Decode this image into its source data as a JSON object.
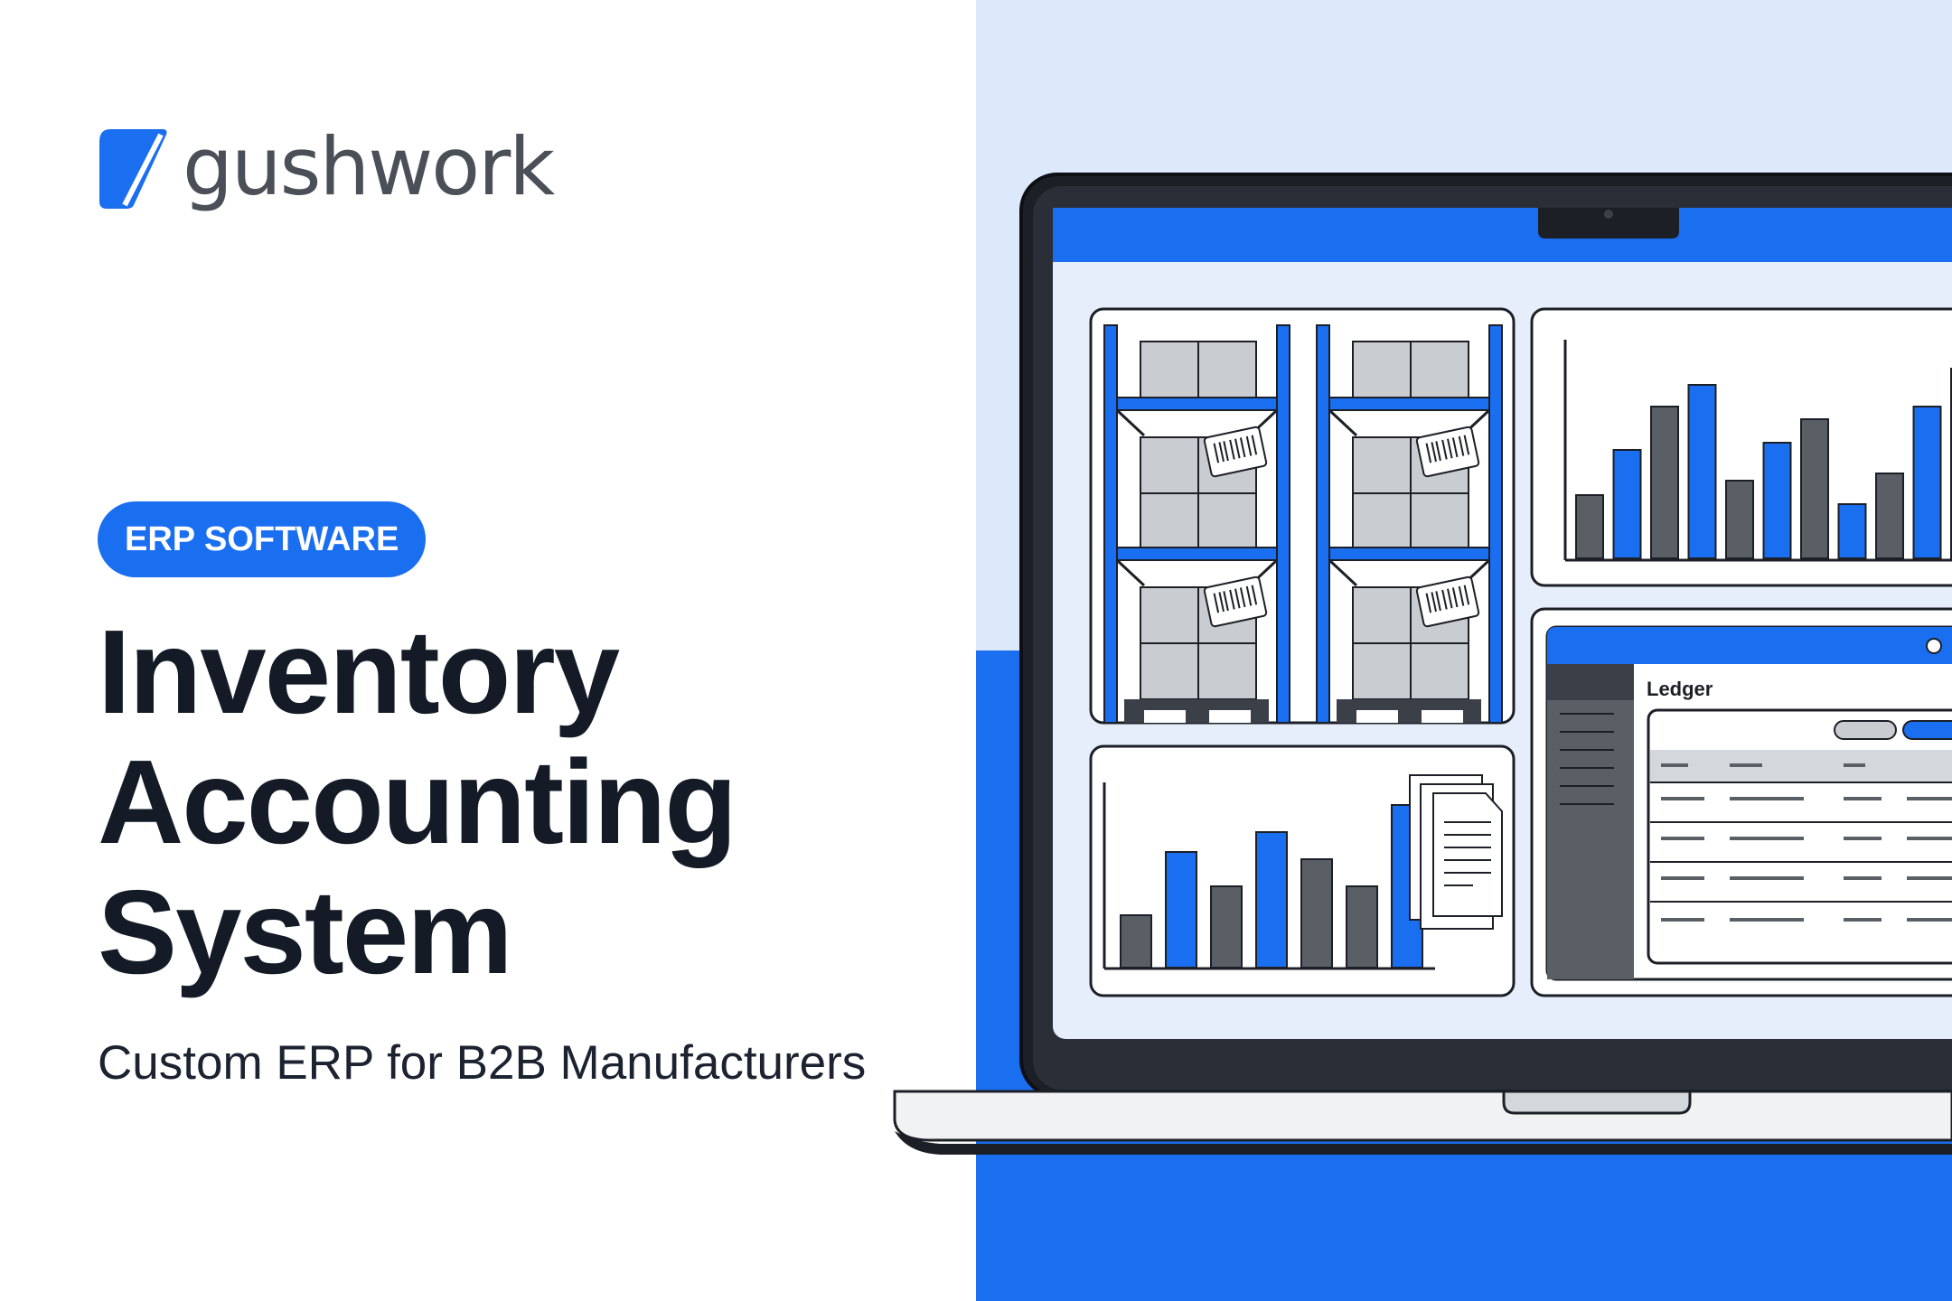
{
  "brand": {
    "name": "gushwork",
    "logo_icon": "gushwork-logo-icon"
  },
  "badge": {
    "label": "ERP SOFTWARE"
  },
  "headline": {
    "lines": [
      "Inventory",
      "Accounting",
      "System"
    ]
  },
  "subtitle": "Custom ERP for B2B Manufacturers",
  "ledger_window": {
    "title": "Ledger"
  },
  "colors": {
    "accent": "#1a6ef0",
    "dark_text": "#141a26",
    "logo_gray": "#4b4f57",
    "panel_bg": "#dce9fb",
    "bar_gray": "#5a5f66"
  },
  "icons": [
    "laptop-icon",
    "warehouse-shelf-icon",
    "barcode-label-icon",
    "bar-chart-icon",
    "document-stack-icon",
    "ledger-window-icon"
  ]
}
